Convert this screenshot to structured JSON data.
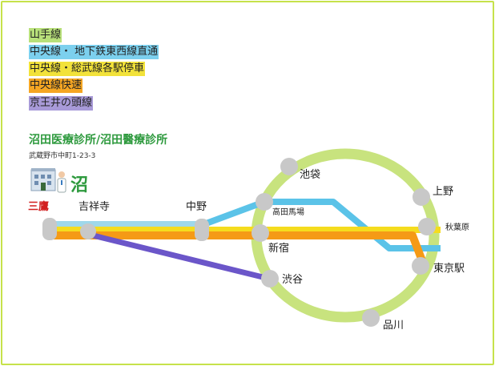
{
  "legend": [
    {
      "label": "山手線",
      "color": "#b8e07a"
    },
    {
      "label": "中央線・ 地下鉄東西線直通",
      "color": "#7cd0ee"
    },
    {
      "label": "中央線・総武線各駅停車",
      "color": "#f2e23a"
    },
    {
      "label": "中央線快速",
      "color": "#f5a623"
    },
    {
      "label": "京王井の頭線",
      "color": "#a89ad8"
    }
  ],
  "clinic": {
    "name": "沼田医療診所/沼田醫療診所",
    "address": "武蔵野市中町1-23-3",
    "logo_text": "沼"
  },
  "stations": {
    "mitaka": "三鷹",
    "kichijoji": "吉祥寺",
    "nakano": "中野",
    "ikebukuro": "池袋",
    "takadanobaba": "高田馬場",
    "shinjuku": "新宿",
    "shibuya": "渋谷",
    "shinagawa": "品川",
    "ueno": "上野",
    "akihabara": "秋葉原",
    "tokyo": "東京駅"
  },
  "colors": {
    "yamanote": "#c8e37e",
    "tozai": "#5bc3e8",
    "sobu": "#f5dc1e",
    "chuo_rapid": "#f59a16",
    "inokashira": "#6b56c9",
    "mitaka_label": "#d22020",
    "clinic_name": "#2e9a3e",
    "frame": "#c6e24a"
  }
}
